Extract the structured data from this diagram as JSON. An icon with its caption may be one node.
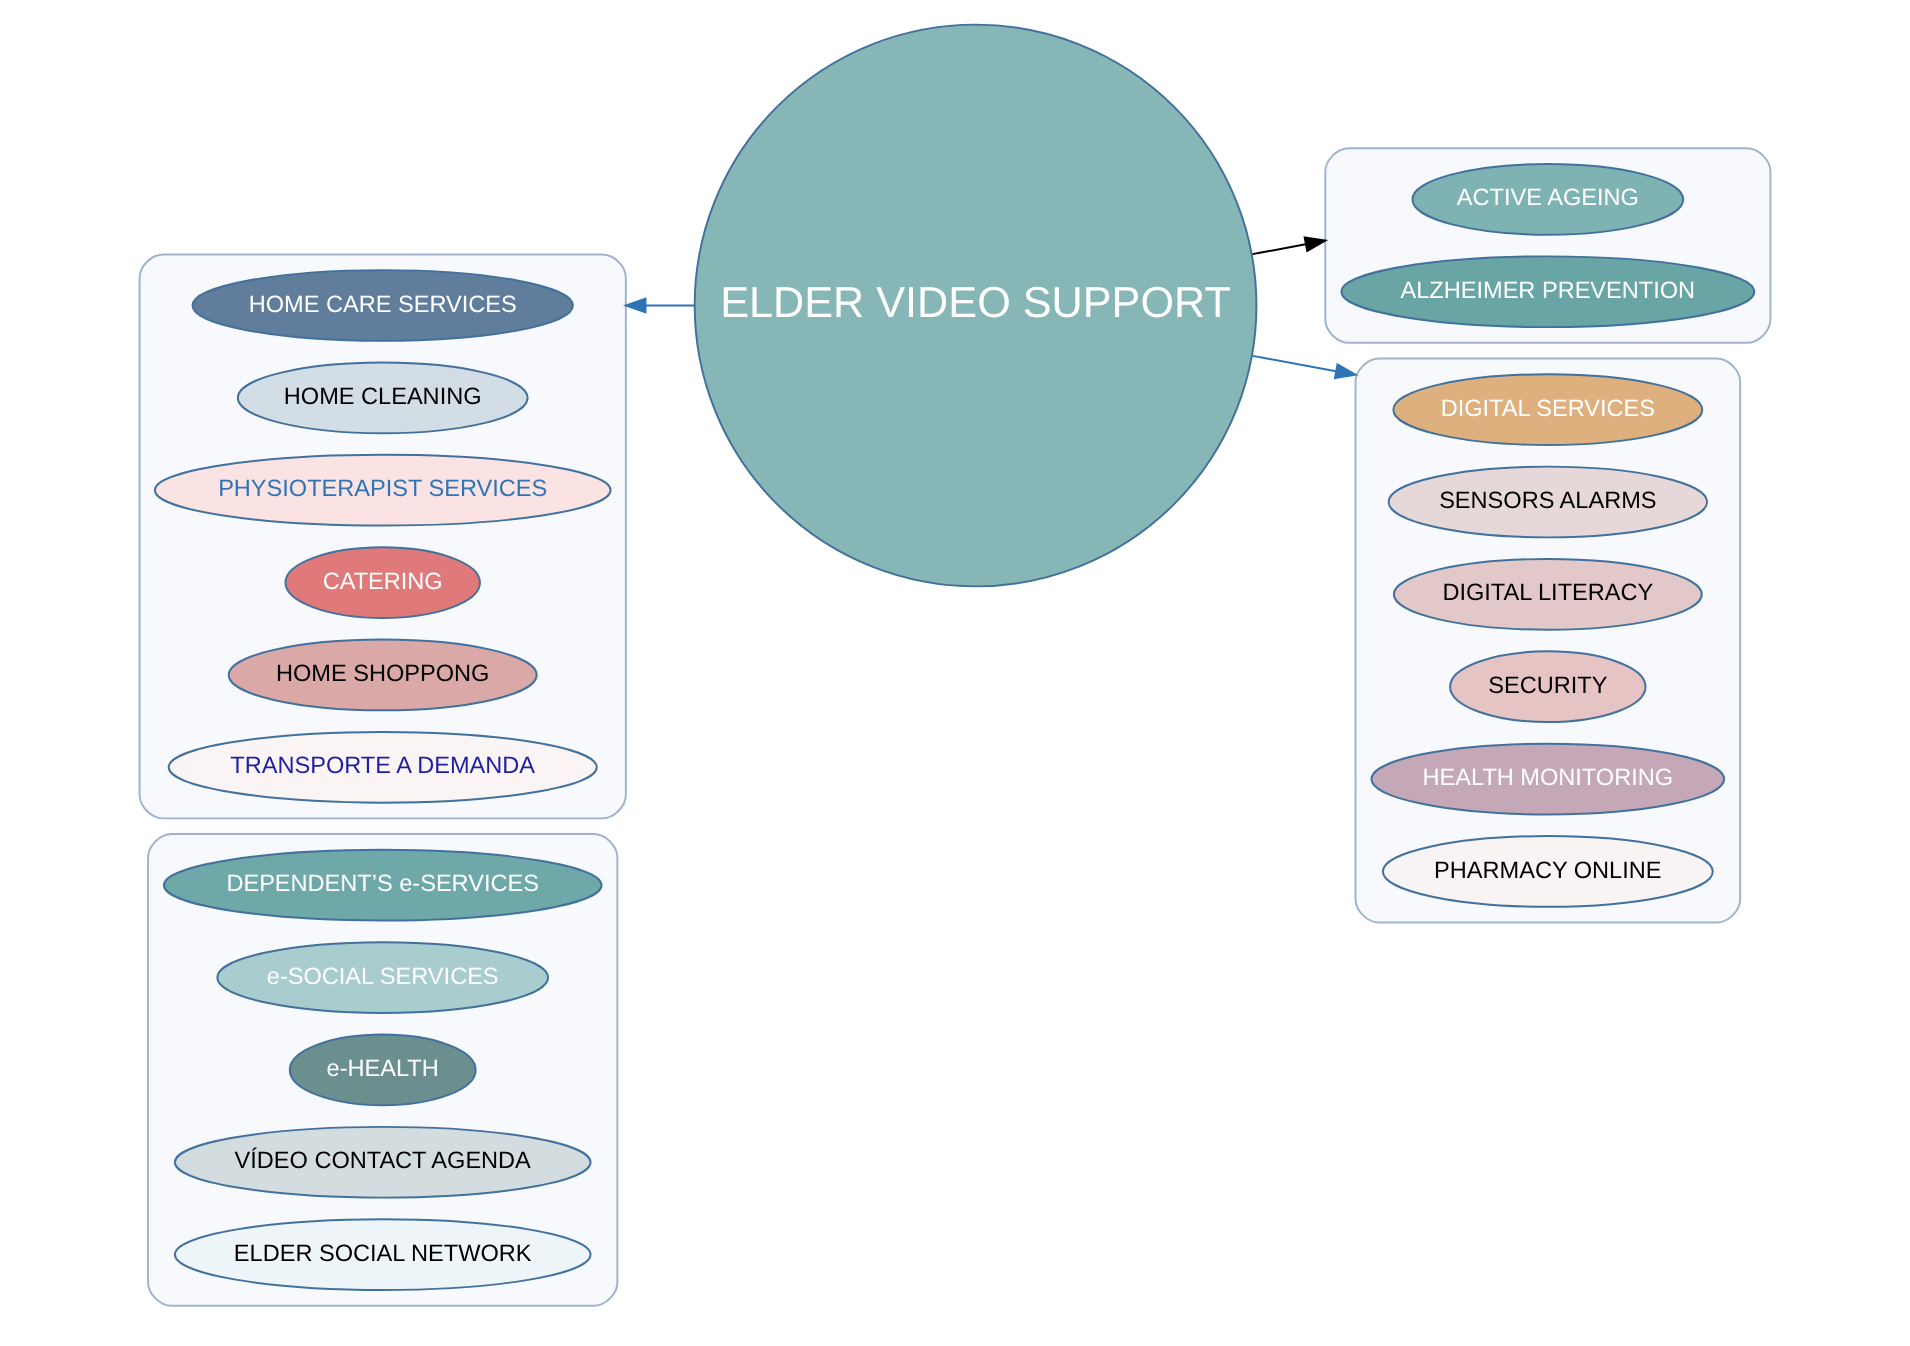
{
  "diagram": {
    "nodes": [
      {
        "text": [],
        "shape": "ellipse"
      },
      {
        "text": [
          "DEPENDENT’S e-SERVICES"
        ],
        "in": 0
      },
      {
        "text": [
          "e-SOCIAL SERVICES"
        ],
        "in": 0
      },
      {
        "text": [
          "e-HEALTH"
        ],
        "in": 0
      },
      {
        "text": [
          "VÍDEO CONTACT AGENDA"
        ],
        "in": 0
      },
      {
        "text": [
          "ELDER SOCIAL NETWORK"
        ],
        "in": 0
      },
      {
        "text": [],
        "shape": "ellipse"
      },
      {
        "text": [
          "ACTIVE AGEING"
        ],
        "in": 6
      },
      {
        "text": [
          "ALZHEIMER PREVENTION"
        ],
        "in": 6
      },
      {
        "text": [
          "ELDER VIDEO SUPPORT"
        ]
      },
      {
        "text": [],
        "shape": "ellipse"
      },
      {
        "text": [
          "HOME CARE SERVICES"
        ],
        "in": 10
      },
      {
        "text": [
          "HOME CLEANING"
        ],
        "in": 10
      },
      {
        "text": [
          "PHYSIOTERAPIST SERVICES"
        ],
        "in": 10
      },
      {
        "text": [
          "CATERING"
        ],
        "in": 10
      },
      {
        "text": [
          "HOME SHOPPONG"
        ],
        "in": 10
      },
      {
        "text": [
          "TRANSPORTE A DEMANDA"
        ],
        "in": 10
      },
      {
        "text": [],
        "shape": "ellipse"
      },
      {
        "text": [
          "DIGITAL SERVICES"
        ],
        "in": 17
      },
      {
        "text": [
          "SENSORS ALARMS"
        ],
        "in": 17
      },
      {
        "text": [
          "DIGITAL LITERACY"
        ],
        "in": 17
      },
      {
        "text": [
          "SECURITY"
        ],
        "in": 17
      },
      {
        "text": [
          "HEALTH MONITORING"
        ],
        "in": 17
      },
      {
        "text": [
          "PHARMACY ONLINE"
        ],
        "in": 17
      }
    ],
    "edges": [
      {
        "from": 9,
        "to": 10,
        "arrow": "to"
      },
      {
        "from": 9,
        "to": 6,
        "arrow": "to",
        "color": "#000000"
      },
      {
        "from": 9,
        "to": 17,
        "arrow": "to"
      }
    ]
  }
}
